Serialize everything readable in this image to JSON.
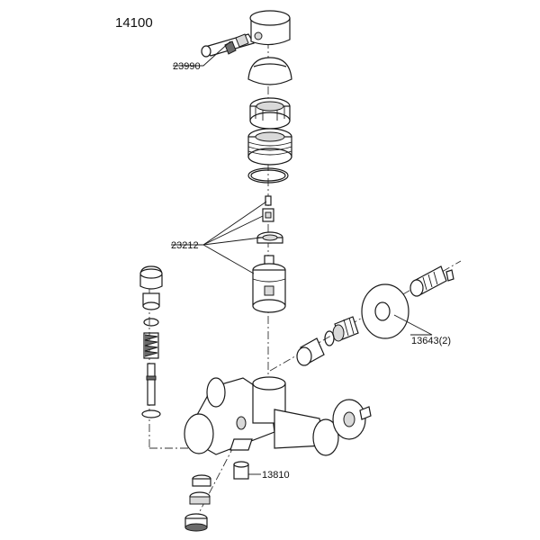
{
  "diagram": {
    "title": "14100",
    "labels": {
      "lever": "23990",
      "cartridge_kit": "23212",
      "side_connector": "13643(2)",
      "aerator_insert": "13810"
    }
  },
  "colors": {
    "line": "#1a1a1a",
    "shade": "#d9d9d9",
    "dark": "#6b6b6b",
    "background": "#ffffff"
  }
}
